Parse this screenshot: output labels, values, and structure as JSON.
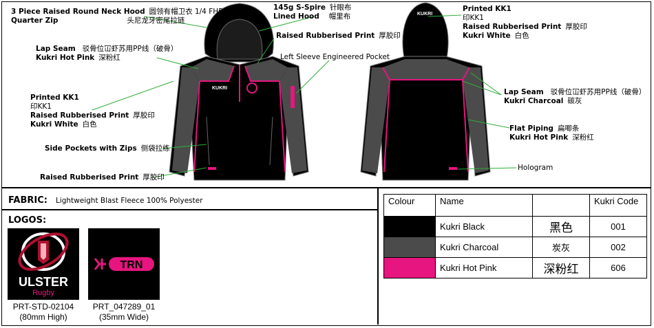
{
  "annotations": {
    "front_title": {
      "en": "3 Piece Raised Round Neck Hood",
      "zh": "圆领有帽卫衣 1/4 FH5",
      "en2": "Quarter Zip",
      "zh2": "头尼龙牙密尾拉链"
    },
    "spire": {
      "en": "145g S-Spire",
      "zh": "针眼布",
      "en2": "Lined Hood",
      "zh2": "帽里布"
    },
    "raised_print_front": {
      "en": "Raised Rubberised Print",
      "zh": "厚胶印"
    },
    "left_sleeve": {
      "en": "Left Sleeve Engineered Pocket"
    },
    "lap_seam_front": {
      "en": "Lap Seam",
      "zh": "驳骨位冚虾苏用PP线（破骨）",
      "en2": "Kukri Hot Pink",
      "zh2": "深粉红"
    },
    "printed_kk1_front": {
      "l1": "Printed KK1",
      "l2": "印KK1",
      "l3": "Raised Rubberised Print",
      "l3zh": "厚胶印",
      "l4": "Kukri White",
      "l4zh": "白色"
    },
    "side_pockets": {
      "en": "Side Pockets with Zips",
      "zh": "侧袋拉练"
    },
    "raised_print_hem": {
      "en": "Raised Rubberised Print",
      "zh": "厚胶印"
    },
    "printed_kk1_back": {
      "l1": "Printed KK1",
      "l2": "印KK1",
      "l3": "Raised Rubberised Print",
      "l3zh": "厚胶印",
      "l4": "Kukri White",
      "l4zh": "白色"
    },
    "lap_seam_back": {
      "en": "Lap Seam",
      "zh": "驳骨位冚虾苏用PP线（破骨）",
      "en2": "Kukri Charcoal",
      "zh2": "碳灰"
    },
    "flat_piping": {
      "en": "Flat Piping",
      "zh": "扁唧条",
      "en2": "Kukri Hot Pink",
      "zh2": "深粉红"
    },
    "hologram": {
      "en": "Hologram"
    },
    "garment_logo": {
      "brand": "KUKRI"
    }
  },
  "fabric": {
    "label": "FABRIC:",
    "value": "Lightweight Blast Fleece 100% Polyester"
  },
  "logos": {
    "title": "LOGOS:",
    "items": [
      {
        "brand_main": "ULSTER",
        "brand_sub": "Rugby",
        "code": "PRT-STD-02104",
        "size": "(80mm High)"
      },
      {
        "brand_main": "TRN",
        "code": "PRT_047289_01",
        "size": "(35mm Wide)"
      }
    ]
  },
  "colour_table": {
    "headers": [
      "Colour",
      "Name",
      "",
      "Kukri Code"
    ],
    "rows": [
      {
        "swatch": "#000000",
        "name": "Kukri Black",
        "zh": "黑色",
        "code": "001"
      },
      {
        "swatch": "#4b4b4b",
        "name": "Kukri Charcoal",
        "zh": "炭灰",
        "code": "002"
      },
      {
        "swatch": "#e6157f",
        "name": "Kukri Hot Pink",
        "zh": "深粉红",
        "code": "606"
      }
    ]
  }
}
